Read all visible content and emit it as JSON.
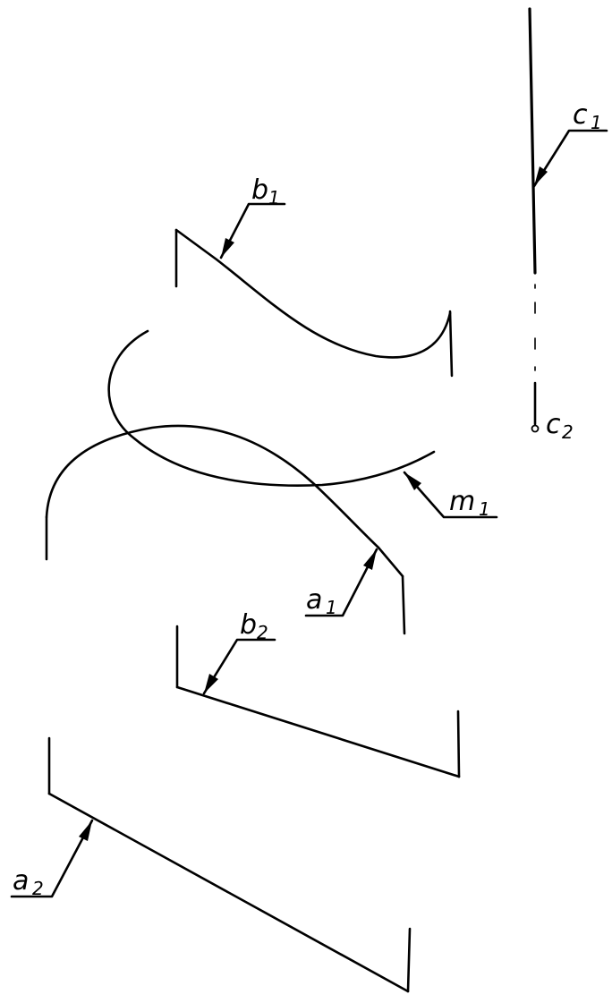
{
  "labels": {
    "c1": {
      "main": "c",
      "sub": "1"
    },
    "c2": {
      "main": "c",
      "sub": "2"
    },
    "b1": {
      "main": "b",
      "sub": "1"
    },
    "b2": {
      "main": "b",
      "sub": "2"
    },
    "m1": {
      "main": "m",
      "sub": "1"
    },
    "a1": {
      "main": "a",
      "sub": "1"
    },
    "a2": {
      "main": "a",
      "sub": "2"
    }
  }
}
